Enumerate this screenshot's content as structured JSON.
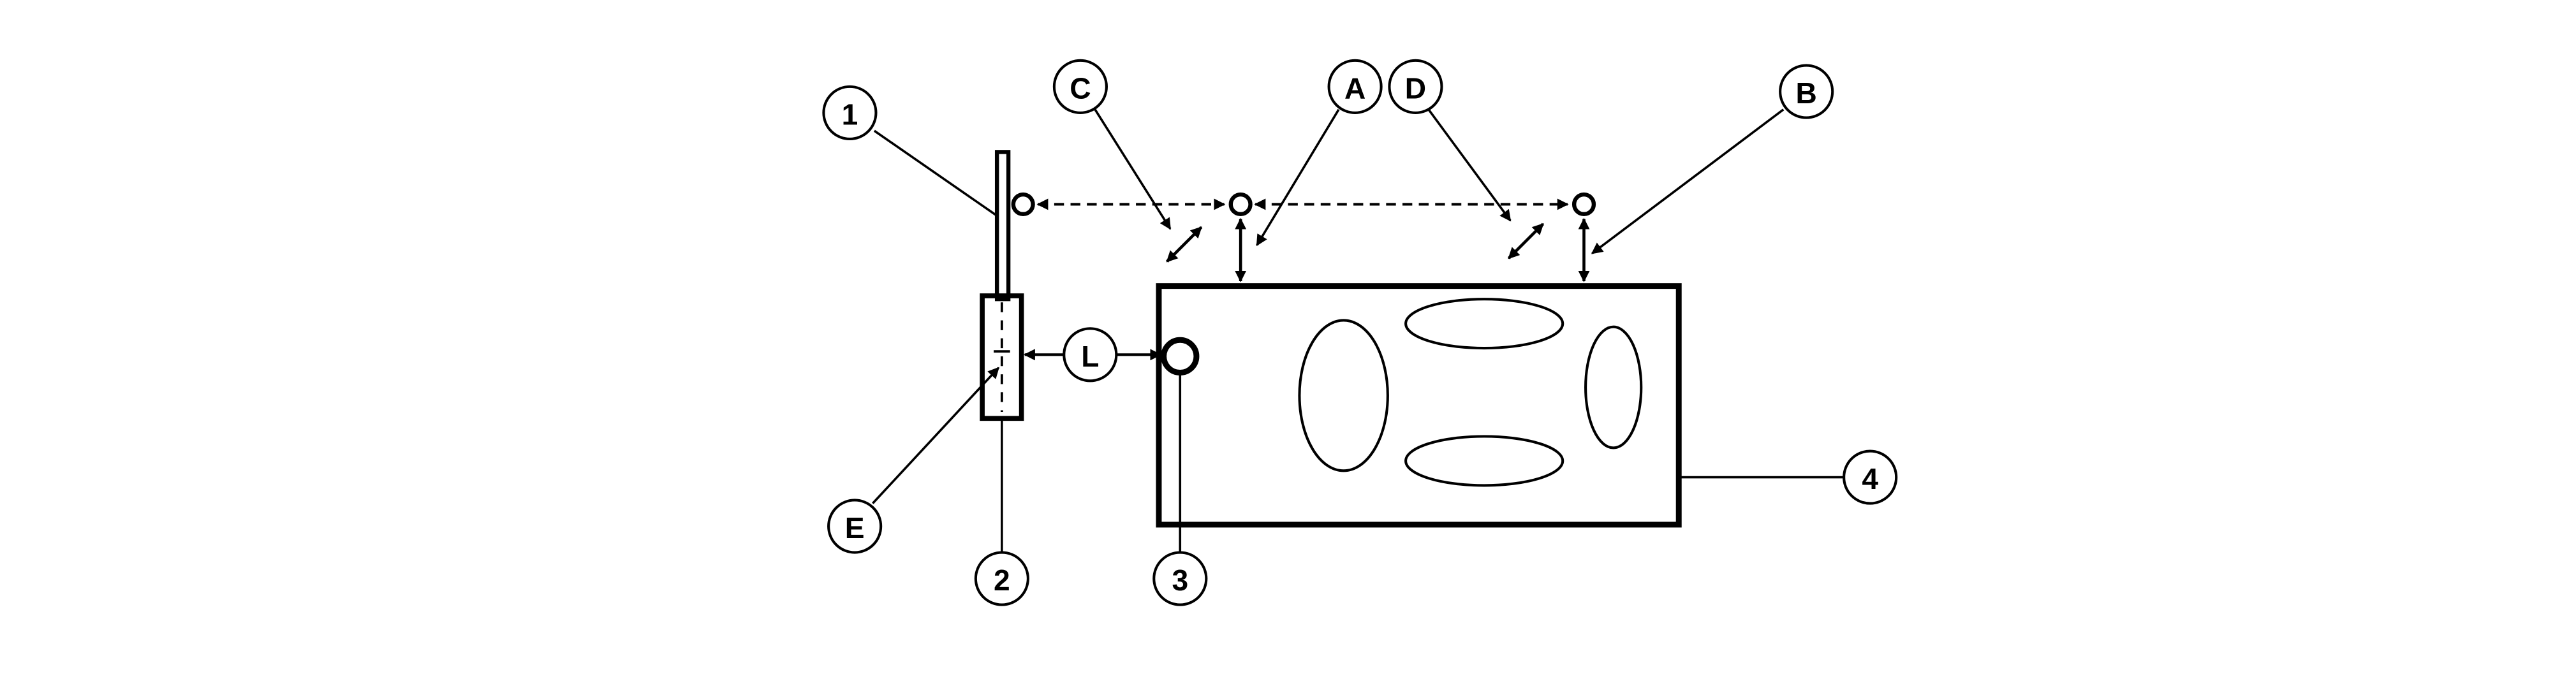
{
  "callouts": {
    "c1": "1",
    "c2": "2",
    "c3": "3",
    "c4": "4",
    "cA": "A",
    "cB": "B",
    "cC": "C",
    "cD": "D",
    "cE": "E",
    "cL": "L"
  },
  "colors": {
    "ink": "#000000",
    "paper": "#ffffff"
  }
}
